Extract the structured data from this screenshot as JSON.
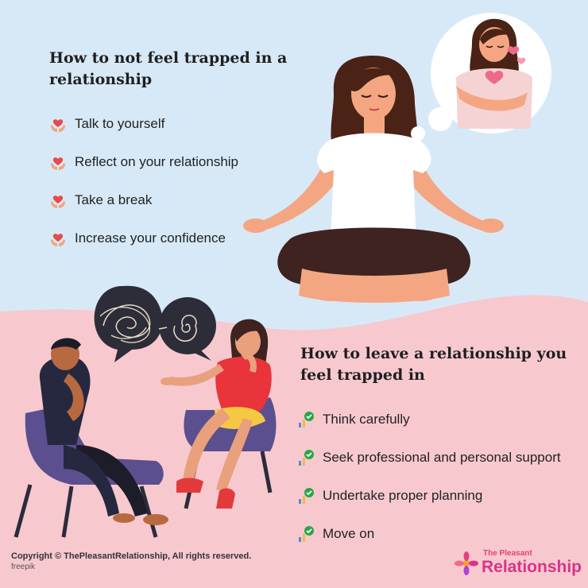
{
  "top_section": {
    "heading": "How to not feel trapped in a relationship",
    "items": [
      {
        "label": "Talk to yourself"
      },
      {
        "label": "Reflect on your relationship"
      },
      {
        "label": "Take a break"
      },
      {
        "label": "Increase your confidence"
      }
    ]
  },
  "bottom_section": {
    "heading": "How to leave a relationship you feel trapped in",
    "items": [
      {
        "label": "Think carefully"
      },
      {
        "label": "Seek professional and personal support"
      },
      {
        "label": "Undertake proper planning"
      },
      {
        "label": "Move on"
      }
    ]
  },
  "footer": {
    "copyright": "Copyright © ThePleasantRelationship, All rights reserved.",
    "credit": "freepik"
  },
  "brand": {
    "small": "The Pleasant",
    "name": "Relationship"
  },
  "colors": {
    "top_background": "#d7e9f7",
    "bottom_background": "#f7c9cf",
    "heart": "#e74a4a",
    "check": "#28a745",
    "brand": "#d9338a"
  },
  "icons": {
    "top_items": "heart-hands-icon",
    "bottom_items": "check-ladder-icon"
  }
}
